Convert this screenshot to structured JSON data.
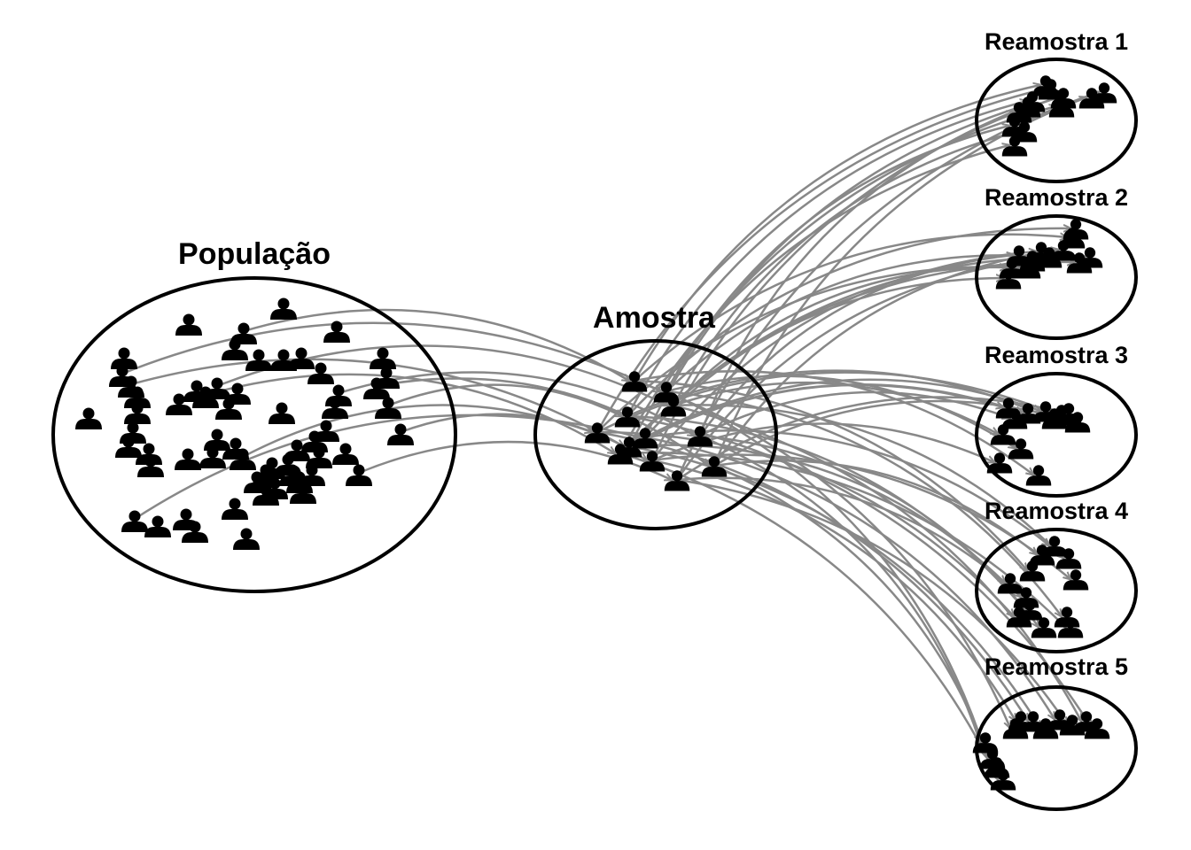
{
  "diagram": {
    "population": {
      "title": "População",
      "count": 60
    },
    "sample": {
      "title": "Amostra",
      "count": 12
    },
    "resamples": [
      {
        "title": "Reamostra 1",
        "count": 12
      },
      {
        "title": "Reamostra 2",
        "count": 12
      },
      {
        "title": "Reamostra 3",
        "count": 12
      },
      {
        "title": "Reamostra 4",
        "count": 12
      },
      {
        "title": "Reamostra 5",
        "count": 12
      }
    ],
    "colors": {
      "outline": "#000000",
      "arrow": "#888888",
      "person": "#000000"
    },
    "icon": "person-icon"
  }
}
